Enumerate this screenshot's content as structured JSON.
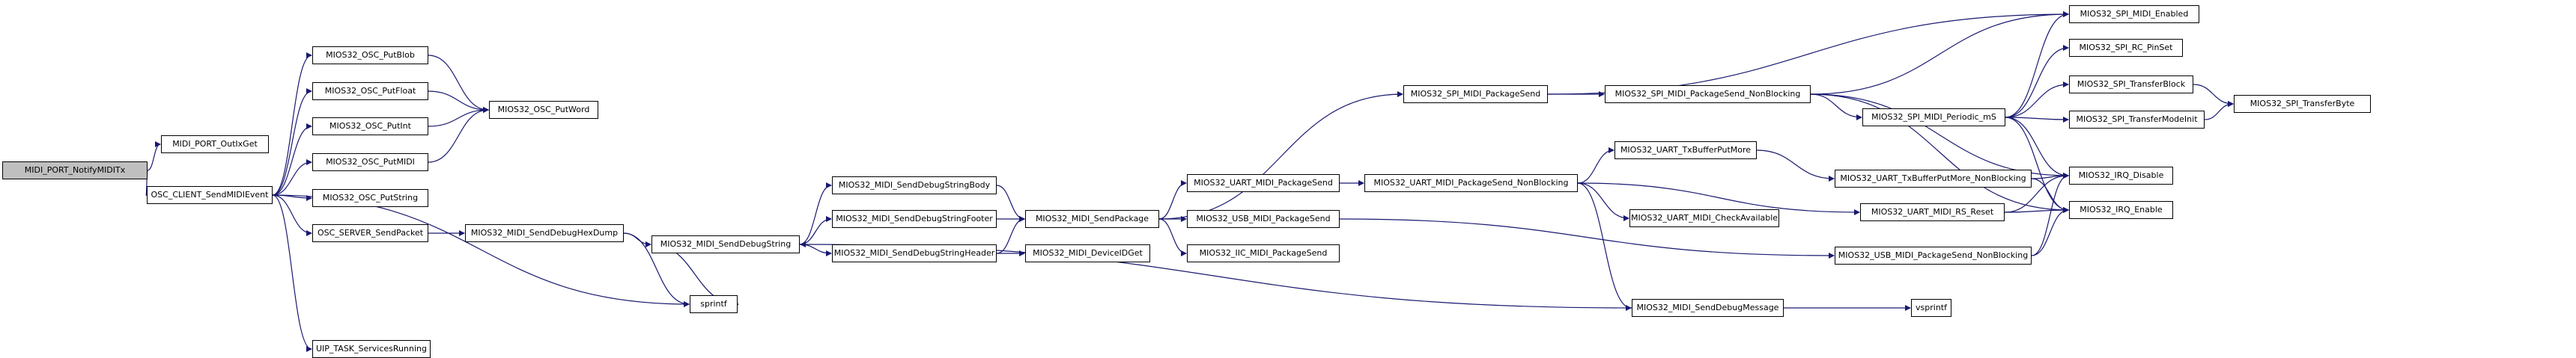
{
  "graph": {
    "root": "MIDI_PORT_NotifyMIDITx",
    "nodes": [
      {
        "id": "n0",
        "label": "MIDI_PORT_NotifyMIDITx",
        "root": true
      },
      {
        "id": "n1",
        "label": "MIDI_PORT_OutIxGet"
      },
      {
        "id": "n2",
        "label": "OSC_CLIENT_SendMIDIEvent"
      },
      {
        "id": "n3",
        "label": "MIOS32_OSC_PutBlob"
      },
      {
        "id": "n4",
        "label": "MIOS32_OSC_PutFloat"
      },
      {
        "id": "n5",
        "label": "MIOS32_OSC_PutInt"
      },
      {
        "id": "n6",
        "label": "MIOS32_OSC_PutMIDI"
      },
      {
        "id": "n7",
        "label": "MIOS32_OSC_PutString"
      },
      {
        "id": "n8",
        "label": "OSC_SERVER_SendPacket"
      },
      {
        "id": "n9",
        "label": "UIP_TASK_ServicesRunning"
      },
      {
        "id": "n10",
        "label": "MIOS32_OSC_PutWord"
      },
      {
        "id": "n11",
        "label": "MIOS32_MIDI_SendDebugHexDump"
      },
      {
        "id": "n12",
        "label": "sprintf"
      },
      {
        "id": "n13",
        "label": "MIOS32_MIDI_SendDebugString"
      },
      {
        "id": "n14",
        "label": "MIOS32_MIDI_SendDebugStringBody"
      },
      {
        "id": "n15",
        "label": "MIOS32_MIDI_SendDebugStringFooter"
      },
      {
        "id": "n16",
        "label": "MIOS32_MIDI_SendDebugStringHeader"
      },
      {
        "id": "n17",
        "label": "MIOS32_MIDI_SendPackage"
      },
      {
        "id": "n18",
        "label": "MIOS32_MIDI_DeviceIDGet"
      },
      {
        "id": "n19",
        "label": "MIOS32_SPI_MIDI_PackageSend"
      },
      {
        "id": "n20",
        "label": "MIOS32_UART_MIDI_PackageSend"
      },
      {
        "id": "n21",
        "label": "MIOS32_USB_MIDI_PackageSend"
      },
      {
        "id": "n22",
        "label": "MIOS32_IIC_MIDI_PackageSend"
      },
      {
        "id": "n23",
        "label": "MIOS32_SPI_MIDI_PackageSend_NonBlocking"
      },
      {
        "id": "n24",
        "label": "MIOS32_UART_MIDI_PackageSend_NonBlocking"
      },
      {
        "id": "n25",
        "label": "MIOS32_SPI_MIDI_Periodic_mS"
      },
      {
        "id": "n26",
        "label": "MIOS32_SPI_MIDI_Enabled"
      },
      {
        "id": "n27",
        "label": "MIOS32_SPI_RC_PinSet"
      },
      {
        "id": "n28",
        "label": "MIOS32_SPI_TransferBlock"
      },
      {
        "id": "n29",
        "label": "MIOS32_SPI_TransferModeInit"
      },
      {
        "id": "n30",
        "label": "MIOS32_SPI_TransferByte"
      },
      {
        "id": "n31",
        "label": "MIOS32_IRQ_Disable"
      },
      {
        "id": "n32",
        "label": "MIOS32_IRQ_Enable"
      },
      {
        "id": "n33",
        "label": "MIOS32_UART_TxBufferPutMore"
      },
      {
        "id": "n34",
        "label": "MIOS32_UART_TxBufferPutMore_NonBlocking"
      },
      {
        "id": "n35",
        "label": "MIOS32_UART_MIDI_CheckAvailable"
      },
      {
        "id": "n36",
        "label": "MIOS32_UART_MIDI_RS_Reset"
      },
      {
        "id": "n37",
        "label": "MIOS32_USB_MIDI_PackageSend_NonBlocking"
      },
      {
        "id": "n38",
        "label": "MIOS32_MIDI_SendDebugMessage"
      },
      {
        "id": "n39",
        "label": "vsprintf"
      }
    ],
    "edges": [
      [
        "n0",
        "n1"
      ],
      [
        "n0",
        "n2"
      ],
      [
        "n2",
        "n3"
      ],
      [
        "n2",
        "n4"
      ],
      [
        "n2",
        "n5"
      ],
      [
        "n2",
        "n6"
      ],
      [
        "n2",
        "n7"
      ],
      [
        "n2",
        "n8"
      ],
      [
        "n2",
        "n12"
      ],
      [
        "n2",
        "n9"
      ],
      [
        "n3",
        "n10"
      ],
      [
        "n4",
        "n10"
      ],
      [
        "n5",
        "n10"
      ],
      [
        "n6",
        "n10"
      ],
      [
        "n8",
        "n11"
      ],
      [
        "n11",
        "n13"
      ],
      [
        "n11",
        "n12"
      ],
      [
        "n13",
        "n12"
      ],
      [
        "n13",
        "n14"
      ],
      [
        "n13",
        "n15"
      ],
      [
        "n13",
        "n16"
      ],
      [
        "n14",
        "n17"
      ],
      [
        "n15",
        "n17"
      ],
      [
        "n16",
        "n17"
      ],
      [
        "n16",
        "n18"
      ],
      [
        "n17",
        "n19"
      ],
      [
        "n17",
        "n20"
      ],
      [
        "n17",
        "n21"
      ],
      [
        "n17",
        "n22"
      ],
      [
        "n19",
        "n23"
      ],
      [
        "n19",
        "n26"
      ],
      [
        "n23",
        "n25"
      ],
      [
        "n23",
        "n26"
      ],
      [
        "n23",
        "n31"
      ],
      [
        "n23",
        "n32"
      ],
      [
        "n25",
        "n26"
      ],
      [
        "n25",
        "n27"
      ],
      [
        "n25",
        "n28"
      ],
      [
        "n25",
        "n29"
      ],
      [
        "n25",
        "n31"
      ],
      [
        "n25",
        "n32"
      ],
      [
        "n28",
        "n30"
      ],
      [
        "n29",
        "n30"
      ],
      [
        "n20",
        "n24"
      ],
      [
        "n24",
        "n33"
      ],
      [
        "n24",
        "n35"
      ],
      [
        "n24",
        "n36"
      ],
      [
        "n24",
        "n38"
      ],
      [
        "n33",
        "n34"
      ],
      [
        "n34",
        "n31"
      ],
      [
        "n34",
        "n32"
      ],
      [
        "n36",
        "n31"
      ],
      [
        "n36",
        "n32"
      ],
      [
        "n21",
        "n37"
      ],
      [
        "n37",
        "n31"
      ],
      [
        "n37",
        "n32"
      ],
      [
        "n38",
        "n39"
      ],
      [
        "n38",
        "n13"
      ]
    ]
  }
}
